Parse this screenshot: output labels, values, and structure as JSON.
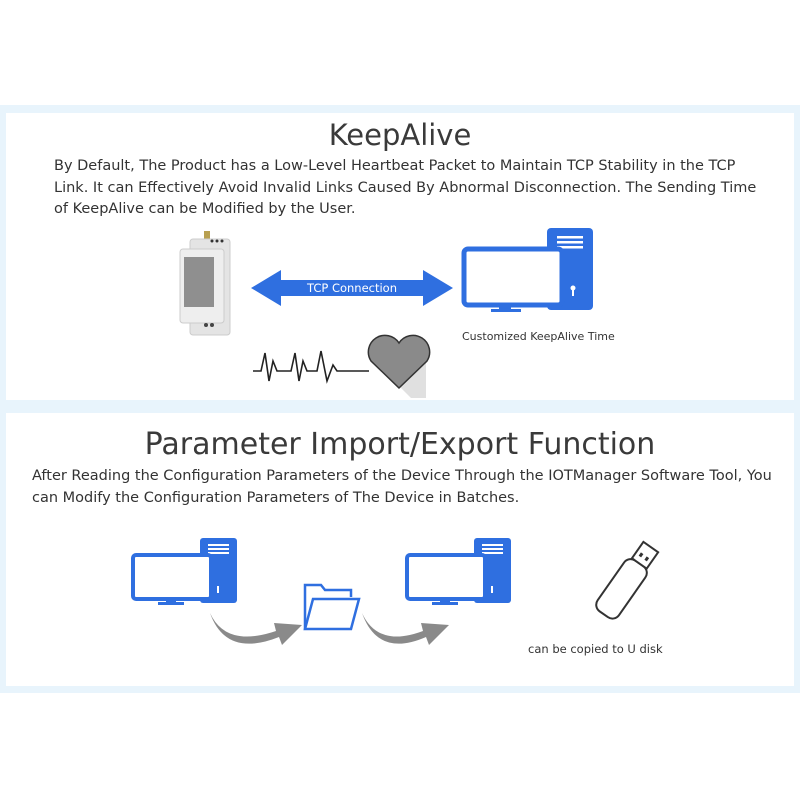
{
  "keepalive": {
    "title": "KeepAlive",
    "description": "By Default, The Product has a Low-Level Heartbeat Packet to Maintain TCP Stability in the TCP Link. It can Effectively Avoid Invalid Links Caused By Abnormal Disconnection. The Sending Time of KeepAlive can be Modified by the User.",
    "arrow_label": "TCP Connection",
    "computer_caption": "Customized KeepAlive Time"
  },
  "import_export": {
    "title": "Parameter Import/Export Function",
    "description": "After Reading the Configuration Parameters of the Device Through the IOTManager Software Tool, You can Modify the Configuration Parameters of The Device in Batches.",
    "usb_caption": "can be copied to U disk"
  },
  "colors": {
    "accent": "#2f6fe0",
    "band": "#e8f4fc",
    "gray_arrow": "#8a8a8a"
  }
}
